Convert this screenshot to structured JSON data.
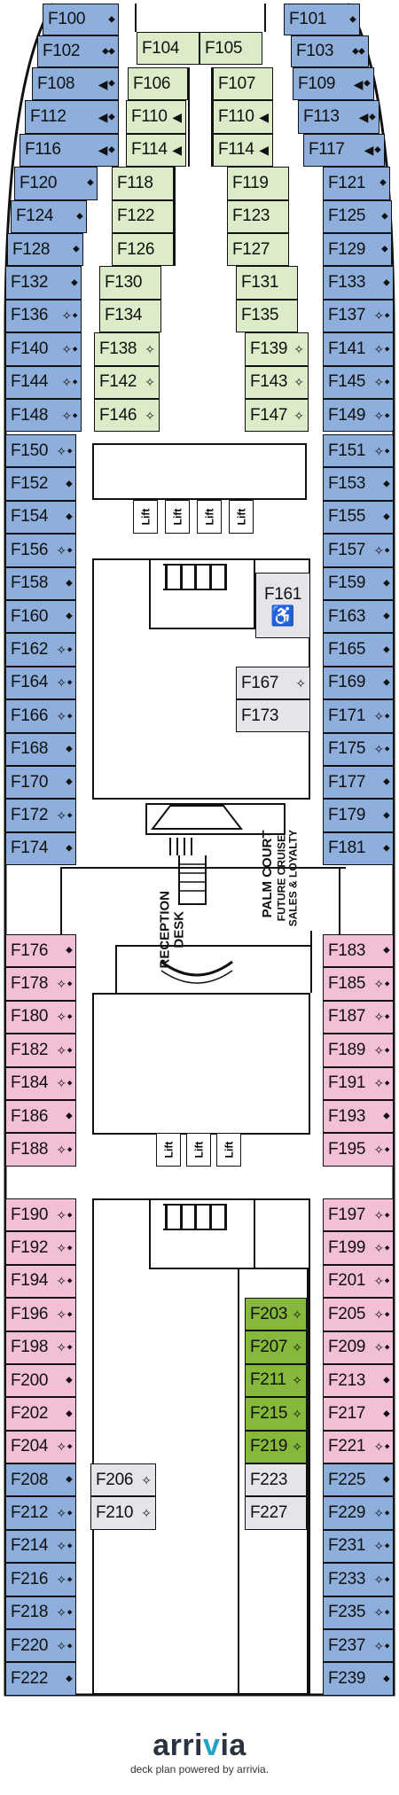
{
  "map": {
    "cabins": [
      {
        "id": "F100",
        "color": "blue",
        "sym": "diamonds"
      },
      {
        "id": "F101",
        "color": "blue",
        "sym": "diamonds"
      },
      {
        "id": "F102",
        "color": "blue",
        "sym": "diamonds-cluster"
      },
      {
        "id": "F103",
        "color": "blue",
        "sym": "diamonds-cluster"
      },
      {
        "id": "F104",
        "color": "green",
        "sym": ""
      },
      {
        "id": "F105",
        "color": "green",
        "sym": ""
      },
      {
        "id": "F106",
        "color": "green",
        "sym": ""
      },
      {
        "id": "F107",
        "color": "green",
        "sym": ""
      },
      {
        "id": "F108",
        "color": "blue",
        "sym": "triangle-diamonds"
      },
      {
        "id": "F109",
        "color": "blue",
        "sym": "triangle-diamonds"
      },
      {
        "id": "F110",
        "color": "green",
        "sym": "triangle"
      },
      {
        "id": "F110",
        "color": "green",
        "sym": "triangle"
      },
      {
        "id": "F112",
        "color": "blue",
        "sym": "triangle-diamonds"
      },
      {
        "id": "F113",
        "color": "blue",
        "sym": "triangle-diamonds"
      },
      {
        "id": "F114",
        "color": "green",
        "sym": "triangle"
      },
      {
        "id": "F114",
        "color": "green",
        "sym": "triangle"
      },
      {
        "id": "F116",
        "color": "blue",
        "sym": "triangle-diamonds"
      },
      {
        "id": "F117",
        "color": "blue",
        "sym": "triangle-diamonds"
      },
      {
        "id": "F118",
        "color": "green",
        "sym": ""
      },
      {
        "id": "F119",
        "color": "green",
        "sym": ""
      },
      {
        "id": "F120",
        "color": "blue",
        "sym": "diamonds"
      },
      {
        "id": "F121",
        "color": "blue",
        "sym": "diamonds"
      },
      {
        "id": "F122",
        "color": "green",
        "sym": ""
      },
      {
        "id": "F123",
        "color": "green",
        "sym": ""
      },
      {
        "id": "F124",
        "color": "blue",
        "sym": "diamonds"
      },
      {
        "id": "F125",
        "color": "blue",
        "sym": "diamonds"
      },
      {
        "id": "F126",
        "color": "green",
        "sym": ""
      },
      {
        "id": "F127",
        "color": "green",
        "sym": ""
      },
      {
        "id": "F128",
        "color": "blue",
        "sym": "diamonds"
      },
      {
        "id": "F129",
        "color": "blue",
        "sym": "diamonds"
      },
      {
        "id": "F130",
        "color": "green",
        "sym": ""
      },
      {
        "id": "F131",
        "color": "green",
        "sym": ""
      },
      {
        "id": "F132",
        "color": "blue",
        "sym": "diamonds"
      },
      {
        "id": "F133",
        "color": "blue",
        "sym": "diamonds"
      },
      {
        "id": "F134",
        "color": "green",
        "sym": ""
      },
      {
        "id": "F135",
        "color": "green",
        "sym": ""
      },
      {
        "id": "F136",
        "color": "blue",
        "sym": "star-cluster"
      },
      {
        "id": "F137",
        "color": "blue",
        "sym": "star-cluster"
      },
      {
        "id": "F138",
        "color": "green",
        "sym": "star"
      },
      {
        "id": "F139",
        "color": "green",
        "sym": "star"
      },
      {
        "id": "F140",
        "color": "blue",
        "sym": "star-cluster"
      },
      {
        "id": "F141",
        "color": "blue",
        "sym": "star-cluster"
      },
      {
        "id": "F142",
        "color": "green",
        "sym": "star"
      },
      {
        "id": "F143",
        "color": "green",
        "sym": "star"
      },
      {
        "id": "F144",
        "color": "blue",
        "sym": "star-cluster"
      },
      {
        "id": "F145",
        "color": "blue",
        "sym": "star-cluster"
      },
      {
        "id": "F146",
        "color": "green",
        "sym": "star"
      },
      {
        "id": "F147",
        "color": "green",
        "sym": "star"
      },
      {
        "id": "F148",
        "color": "blue",
        "sym": "star-cluster"
      },
      {
        "id": "F149",
        "color": "blue",
        "sym": "star-cluster"
      },
      {
        "id": "F150",
        "color": "blue",
        "sym": "star-cluster"
      },
      {
        "id": "F151",
        "color": "blue",
        "sym": "star-cluster"
      },
      {
        "id": "F152",
        "color": "blue",
        "sym": "diamonds"
      },
      {
        "id": "F153",
        "color": "blue",
        "sym": "diamonds"
      },
      {
        "id": "F154",
        "color": "blue",
        "sym": "diamonds"
      },
      {
        "id": "F155",
        "color": "blue",
        "sym": "diamonds"
      },
      {
        "id": "F156",
        "color": "blue",
        "sym": "star-cluster"
      },
      {
        "id": "F157",
        "color": "blue",
        "sym": "star-cluster"
      },
      {
        "id": "F158",
        "color": "blue",
        "sym": "diamonds"
      },
      {
        "id": "F159",
        "color": "blue",
        "sym": "diamonds"
      },
      {
        "id": "F160",
        "color": "blue",
        "sym": "diamonds"
      },
      {
        "id": "F161",
        "color": "grey",
        "sym": "wheelchair"
      },
      {
        "id": "F162",
        "color": "blue",
        "sym": "star-cluster"
      },
      {
        "id": "F163",
        "color": "blue",
        "sym": "diamonds"
      },
      {
        "id": "F164",
        "color": "blue",
        "sym": "star-cluster"
      },
      {
        "id": "F165",
        "color": "blue",
        "sym": "diamonds"
      },
      {
        "id": "F166",
        "color": "blue",
        "sym": "star-cluster"
      },
      {
        "id": "F167",
        "color": "grey",
        "sym": "star"
      },
      {
        "id": "F168",
        "color": "blue",
        "sym": "diamonds"
      },
      {
        "id": "F169",
        "color": "blue",
        "sym": "diamonds"
      },
      {
        "id": "F170",
        "color": "blue",
        "sym": "diamonds"
      },
      {
        "id": "F171",
        "color": "blue",
        "sym": "star-cluster"
      },
      {
        "id": "F172",
        "color": "blue",
        "sym": "star-cluster"
      },
      {
        "id": "F173",
        "color": "grey",
        "sym": ""
      },
      {
        "id": "F174",
        "color": "blue",
        "sym": "diamonds"
      },
      {
        "id": "F175",
        "color": "blue",
        "sym": "star-cluster"
      },
      {
        "id": "F177",
        "color": "blue",
        "sym": "diamonds"
      },
      {
        "id": "F179",
        "color": "blue",
        "sym": "diamonds"
      },
      {
        "id": "F181",
        "color": "blue",
        "sym": "diamonds"
      },
      {
        "id": "F176",
        "color": "pink",
        "sym": "diamonds"
      },
      {
        "id": "F183",
        "color": "pink",
        "sym": "diamonds"
      },
      {
        "id": "F178",
        "color": "pink",
        "sym": "star-cluster"
      },
      {
        "id": "F185",
        "color": "pink",
        "sym": "star-cluster"
      },
      {
        "id": "F180",
        "color": "pink",
        "sym": "star-cluster"
      },
      {
        "id": "F187",
        "color": "pink",
        "sym": "star-cluster"
      },
      {
        "id": "F182",
        "color": "pink",
        "sym": "star-cluster"
      },
      {
        "id": "F189",
        "color": "pink",
        "sym": "star-cluster"
      },
      {
        "id": "F184",
        "color": "pink",
        "sym": "star-cluster"
      },
      {
        "id": "F191",
        "color": "pink",
        "sym": "star-cluster"
      },
      {
        "id": "F186",
        "color": "pink",
        "sym": "diamonds"
      },
      {
        "id": "F193",
        "color": "pink",
        "sym": "diamonds"
      },
      {
        "id": "F188",
        "color": "pink",
        "sym": "star-cluster"
      },
      {
        "id": "F195",
        "color": "pink",
        "sym": "star-cluster"
      },
      {
        "id": "F190",
        "color": "pink",
        "sym": "star-cluster"
      },
      {
        "id": "F197",
        "color": "pink",
        "sym": "star-cluster"
      },
      {
        "id": "F192",
        "color": "pink",
        "sym": "star-cluster"
      },
      {
        "id": "F199",
        "color": "pink",
        "sym": "star-cluster"
      },
      {
        "id": "F194",
        "color": "pink",
        "sym": "star-cluster"
      },
      {
        "id": "F201",
        "color": "pink",
        "sym": "star-cluster"
      },
      {
        "id": "F196",
        "color": "pink",
        "sym": "star-cluster"
      },
      {
        "id": "F205",
        "color": "pink",
        "sym": "star-cluster"
      },
      {
        "id": "F198",
        "color": "pink",
        "sym": "star-cluster"
      },
      {
        "id": "F209",
        "color": "pink",
        "sym": "star-cluster"
      },
      {
        "id": "F200",
        "color": "pink",
        "sym": "diamonds"
      },
      {
        "id": "F213",
        "color": "pink",
        "sym": "diamonds"
      },
      {
        "id": "F202",
        "color": "pink",
        "sym": "diamonds"
      },
      {
        "id": "F217",
        "color": "pink",
        "sym": "diamonds"
      },
      {
        "id": "F204",
        "color": "pink",
        "sym": "star-cluster"
      },
      {
        "id": "F221",
        "color": "pink",
        "sym": "star-cluster"
      },
      {
        "id": "F203",
        "color": "dgreen",
        "sym": "star"
      },
      {
        "id": "F207",
        "color": "dgreen",
        "sym": "star"
      },
      {
        "id": "F211",
        "color": "dgreen",
        "sym": "star"
      },
      {
        "id": "F215",
        "color": "dgreen",
        "sym": "star"
      },
      {
        "id": "F219",
        "color": "dgreen",
        "sym": "star"
      },
      {
        "id": "F223",
        "color": "grey",
        "sym": ""
      },
      {
        "id": "F227",
        "color": "grey",
        "sym": ""
      },
      {
        "id": "F206",
        "color": "grey",
        "sym": "star"
      },
      {
        "id": "F210",
        "color": "grey",
        "sym": "star"
      },
      {
        "id": "F208",
        "color": "blue",
        "sym": "diamonds"
      },
      {
        "id": "F225",
        "color": "blue",
        "sym": "diamonds"
      },
      {
        "id": "F212",
        "color": "blue",
        "sym": "star-cluster"
      },
      {
        "id": "F229",
        "color": "blue",
        "sym": "star-cluster"
      },
      {
        "id": "F214",
        "color": "blue",
        "sym": "star-cluster"
      },
      {
        "id": "F231",
        "color": "blue",
        "sym": "star-cluster"
      },
      {
        "id": "F216",
        "color": "blue",
        "sym": "star-cluster"
      },
      {
        "id": "F233",
        "color": "blue",
        "sym": "star-cluster"
      },
      {
        "id": "F218",
        "color": "blue",
        "sym": "star-cluster"
      },
      {
        "id": "F235",
        "color": "blue",
        "sym": "star-cluster"
      },
      {
        "id": "F220",
        "color": "blue",
        "sym": "star-cluster"
      },
      {
        "id": "F237",
        "color": "blue",
        "sym": "star-cluster"
      },
      {
        "id": "F222",
        "color": "blue",
        "sym": "diamonds"
      },
      {
        "id": "F239",
        "color": "blue",
        "sym": "diamonds"
      }
    ],
    "lift_label": "Lift",
    "areas": {
      "reception_line1": "RECEPTION",
      "reception_line2": "DESK",
      "palm_court": "PALM COURT",
      "future_cruise_line1": "FUTURE CRUISE",
      "future_cruise_line2": "SALES & LOYALTY"
    },
    "colors": {
      "blue": "#8eaedb",
      "pink": "#f3bfd6",
      "green": "#dcebc8",
      "dgreen": "#86b83b",
      "grey": "#e4e4ea"
    }
  },
  "footer": {
    "brand_prefix": "arri",
    "brand_accent": "v",
    "brand_suffix": "ia",
    "tagline": "deck plan powered by arrivia."
  }
}
